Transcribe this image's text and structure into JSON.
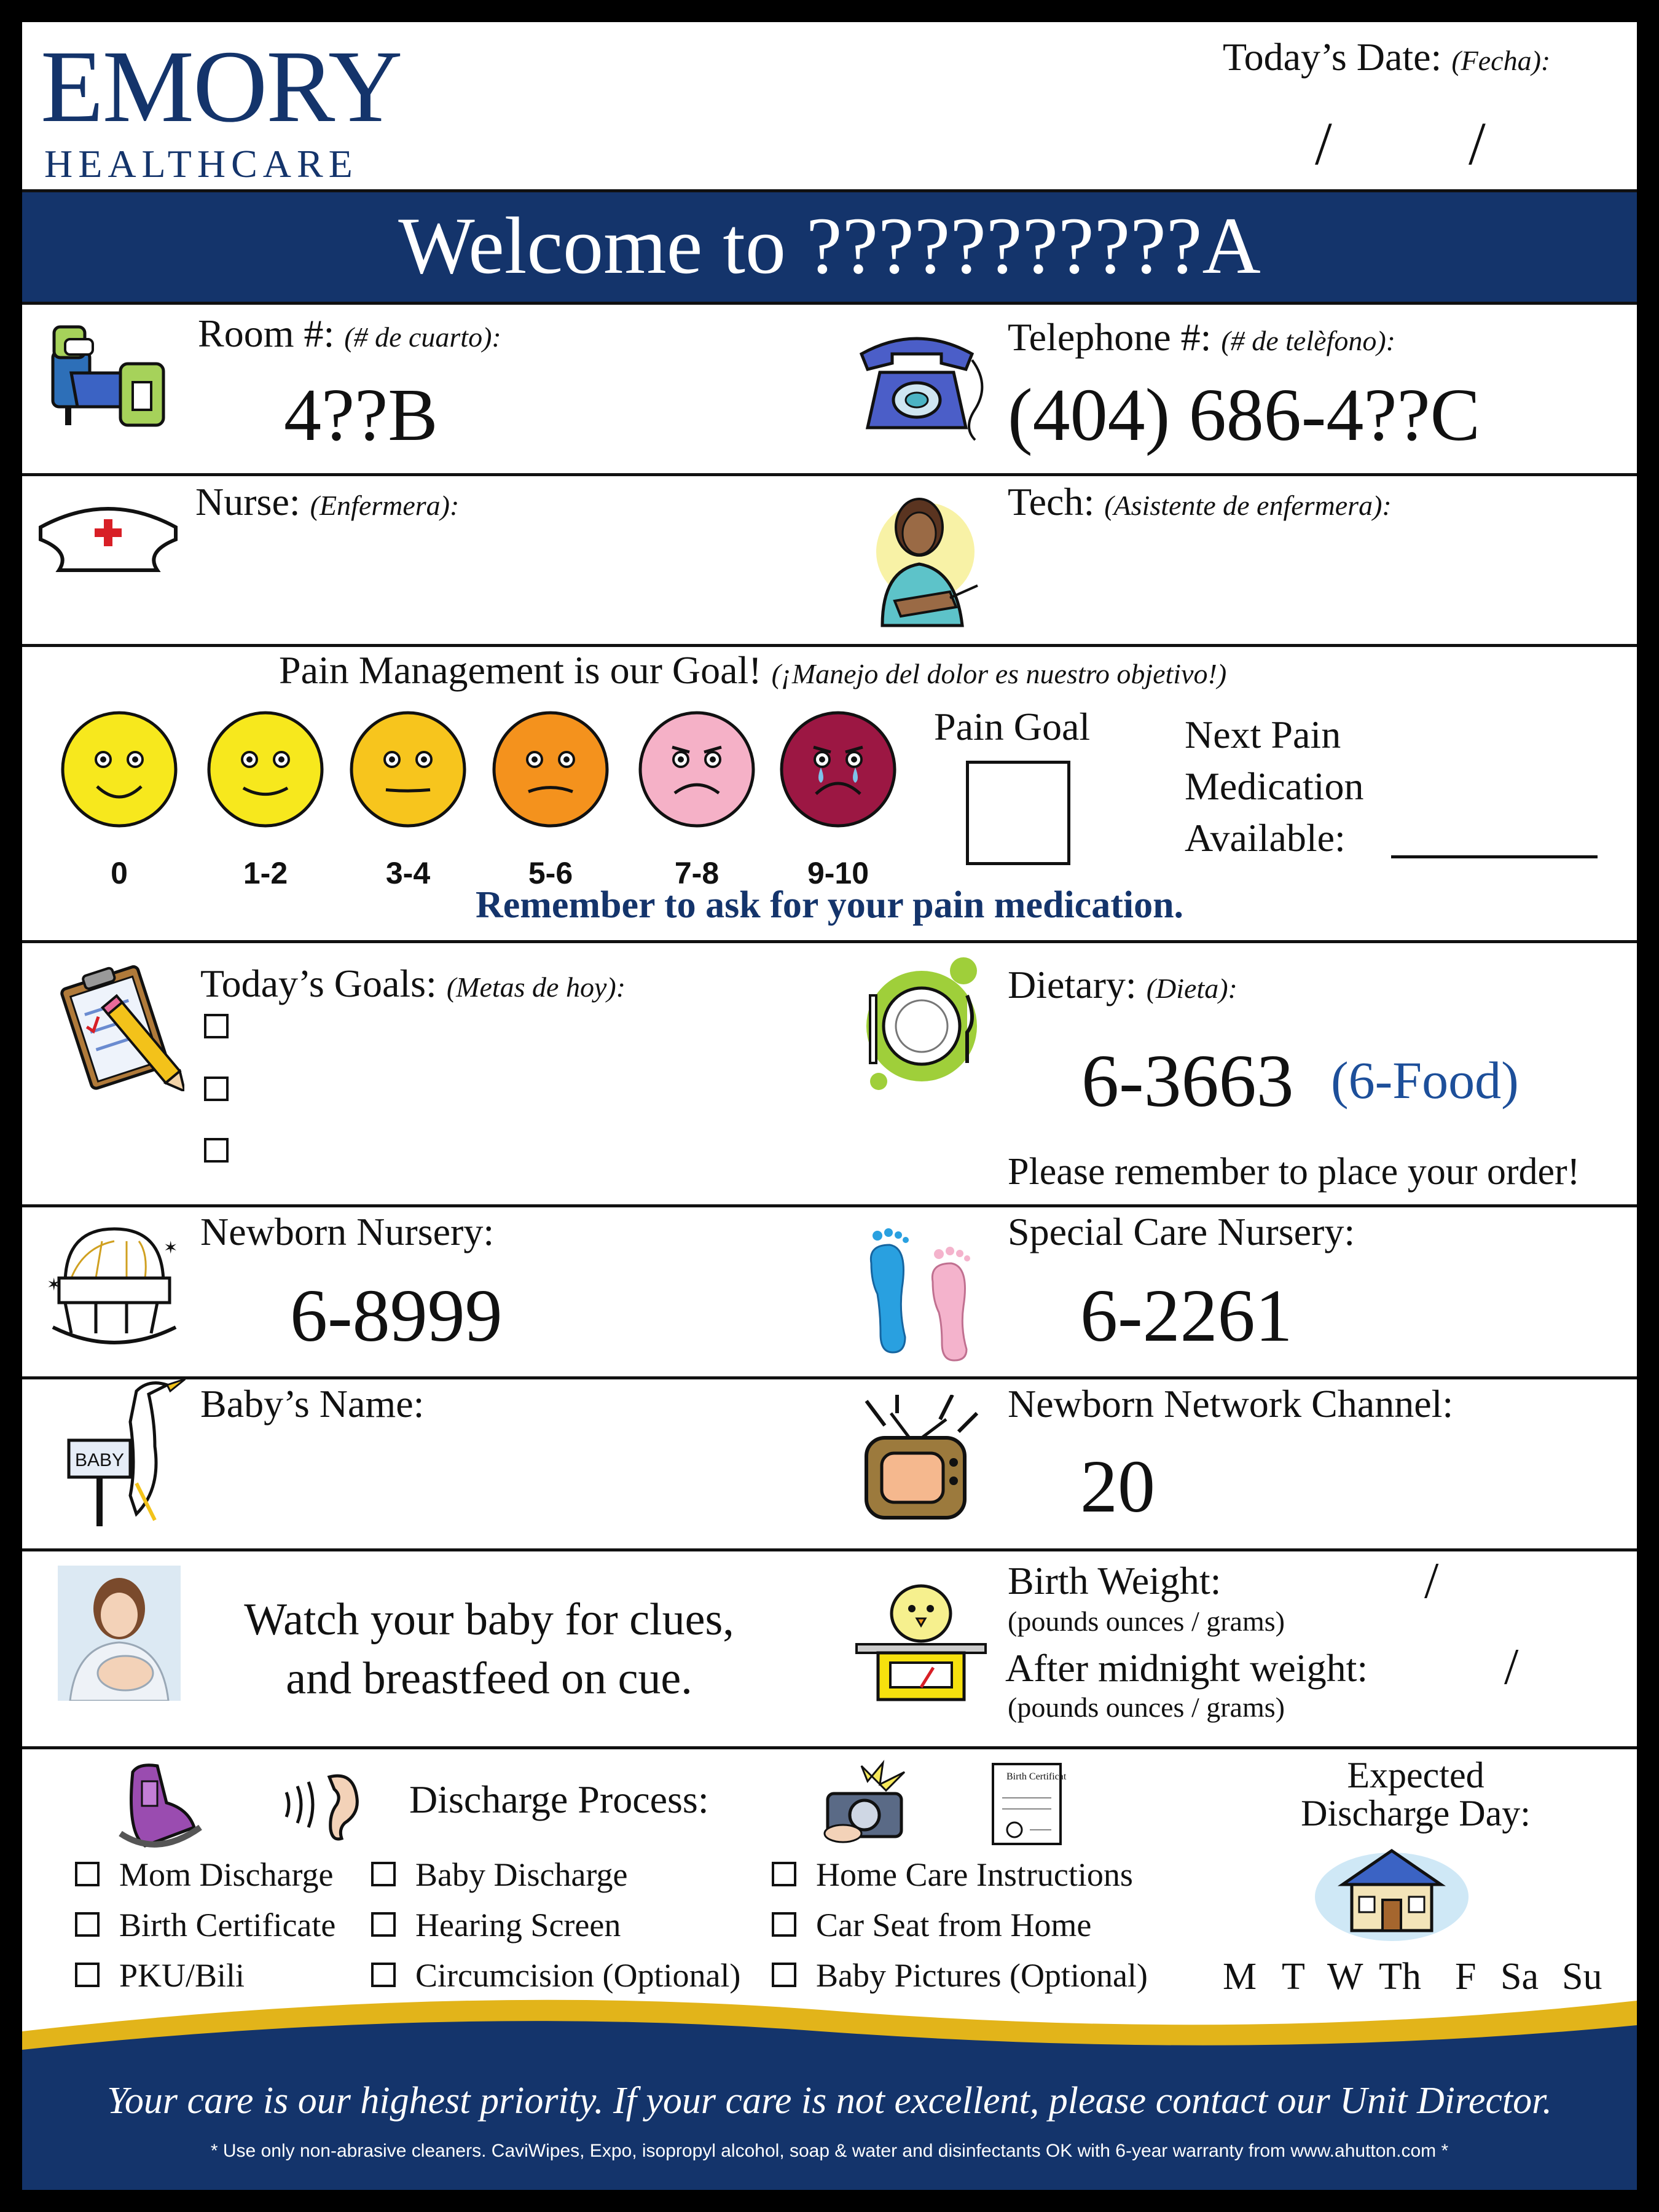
{
  "colors": {
    "navy": "#14346b",
    "gold": "#e2b41a",
    "blue_text": "#1d4f9a"
  },
  "header": {
    "brand": "EMORY",
    "brand_sub": "HEALTHCARE",
    "date_label": "Today’s Date:",
    "date_label_es": "(Fecha):",
    "date_sep1": "/",
    "date_sep2": "/"
  },
  "banner": {
    "title": "Welcome to ???????????A"
  },
  "room": {
    "label": "Room #:",
    "label_es": "(# de cuarto):",
    "value": "4??B",
    "icon": "hospital-bed-icon"
  },
  "telephone": {
    "label": "Telephone #:",
    "label_es": "(# de telèfono):",
    "value": "(404) 686-4??C",
    "icon": "telephone-icon"
  },
  "nurse": {
    "label": "Nurse:",
    "label_es": "(Enfermera):",
    "icon": "nurse-cap-icon"
  },
  "tech": {
    "label": "Tech:",
    "label_es": "(Asistente de enfermera):",
    "icon": "nurse-assistant-icon"
  },
  "pain": {
    "title": "Pain Management is our Goal!",
    "title_es": "(¡Manejo del dolor es nuestro objetivo!)",
    "scale": [
      {
        "label": "0",
        "color": "#f7e81d",
        "mood": 1.0
      },
      {
        "label": "1-2",
        "color": "#f7e81d",
        "mood": 0.6
      },
      {
        "label": "3-4",
        "color": "#f7c51d",
        "mood": 0.1
      },
      {
        "label": "5-6",
        "color": "#f4921d",
        "mood": -0.4
      },
      {
        "label": "7-8",
        "color": "#f5b1c7",
        "mood": -0.8
      },
      {
        "label": "9-10",
        "color": "#9c1743",
        "mood": -1.0
      }
    ],
    "goal_label": "Pain Goal",
    "next_line1": "Next Pain",
    "next_line2": "Medication",
    "next_line3": "Available:",
    "reminder": "Remember to ask for your pain medication."
  },
  "goals": {
    "label": "Today’s Goals:",
    "label_es": "(Metas de hoy):",
    "icon": "clipboard-icon"
  },
  "dietary": {
    "label": "Dietary:",
    "label_es": "(Dieta):",
    "number": "6-3663",
    "alias": "(6-Food)",
    "note": "Please remember to place your order!",
    "icon": "plate-utensils-icon"
  },
  "newborn_nursery": {
    "label": "Newborn Nursery:",
    "number": "6-8999",
    "icon": "cradle-icon"
  },
  "special_nursery": {
    "label": "Special Care Nursery:",
    "number": "6-2261",
    "icon": "baby-footprints-icon"
  },
  "baby_name": {
    "label": "Baby’s Name:",
    "icon": "stork-baby-sign-icon",
    "sign_text": "BABY"
  },
  "channel": {
    "label": "Newborn Network Channel:",
    "number": "20",
    "icon": "television-icon"
  },
  "breastfeed": {
    "line1": "Watch your baby for clues,",
    "line2": "and breastfeed on cue.",
    "icon": "mother-baby-icon"
  },
  "weight": {
    "birth_label": "Birth Weight:",
    "birth_sub": "(pounds ounces / grams)",
    "birth_sep": "/",
    "midnight_label": "After midnight weight:",
    "midnight_sub": "(pounds ounces / grams)",
    "midnight_sep": "/",
    "icon": "chick-on-scale-icon"
  },
  "discharge": {
    "title": "Discharge Process:",
    "icons": [
      "car-seat-icon",
      "ear-icon",
      "camera-icon",
      "birth-certificate-icon"
    ],
    "certificate_text": "Birth Certificate",
    "col1": [
      "Mom Discharge",
      "Birth Certificate",
      "PKU/Bili"
    ],
    "col2": [
      "Baby Discharge",
      "Hearing Screen",
      "Circumcision (Optional)"
    ],
    "col3": [
      "Home Care Instructions",
      "Car Seat from Home",
      "Baby Pictures (Optional)"
    ],
    "expected_line1": "Expected",
    "expected_line2": "Discharge Day:",
    "house_icon": "house-icon",
    "days": [
      "M",
      "T",
      "W",
      "Th",
      "F",
      "Sa",
      "Su"
    ]
  },
  "footer": {
    "slogan": "Your care is our highest priority. If your care is not excellent, please contact our Unit Director.",
    "fine_print": "* Use only non-abrasive cleaners. CaviWipes, Expo, isopropyl alcohol, soap & water and disinfectants OK with 6-year warranty from www.ahutton.com *"
  }
}
